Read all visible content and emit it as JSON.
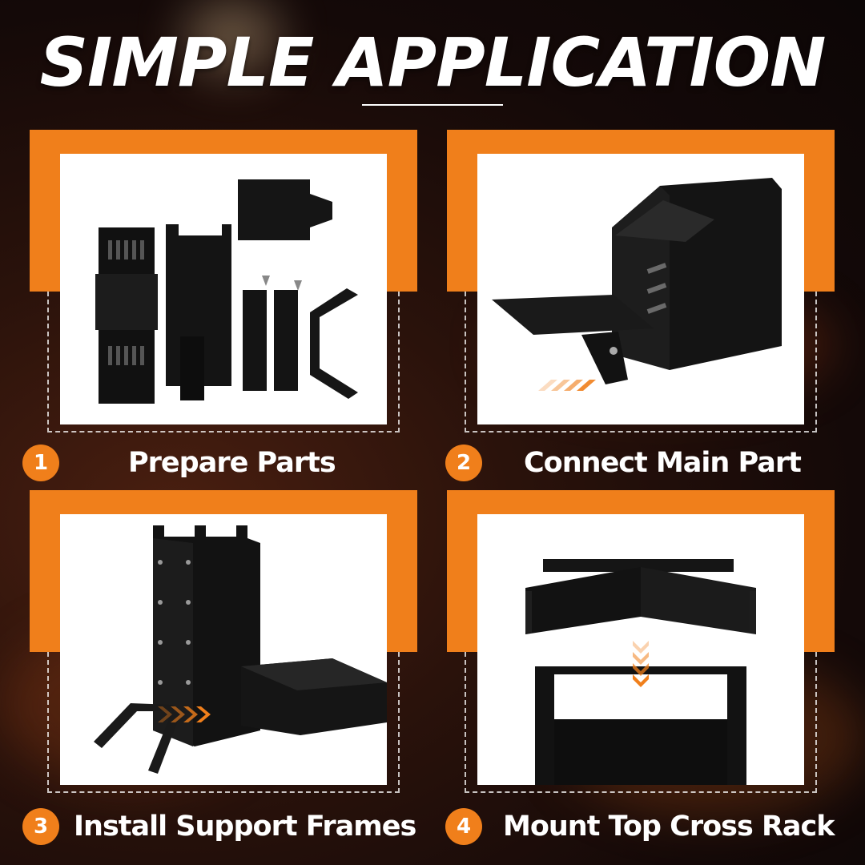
{
  "title": "SIMPLE APPLICATION",
  "colors": {
    "accent": "#f07f1b",
    "text": "#ffffff",
    "metal": "#111111"
  },
  "steps": [
    {
      "number": "1",
      "label": "Prepare Parts"
    },
    {
      "number": "2",
      "label": "Connect Main Part"
    },
    {
      "number": "3",
      "label": "Install Support Frames"
    },
    {
      "number": "4",
      "label": "Mount Top Cross Rack"
    }
  ]
}
